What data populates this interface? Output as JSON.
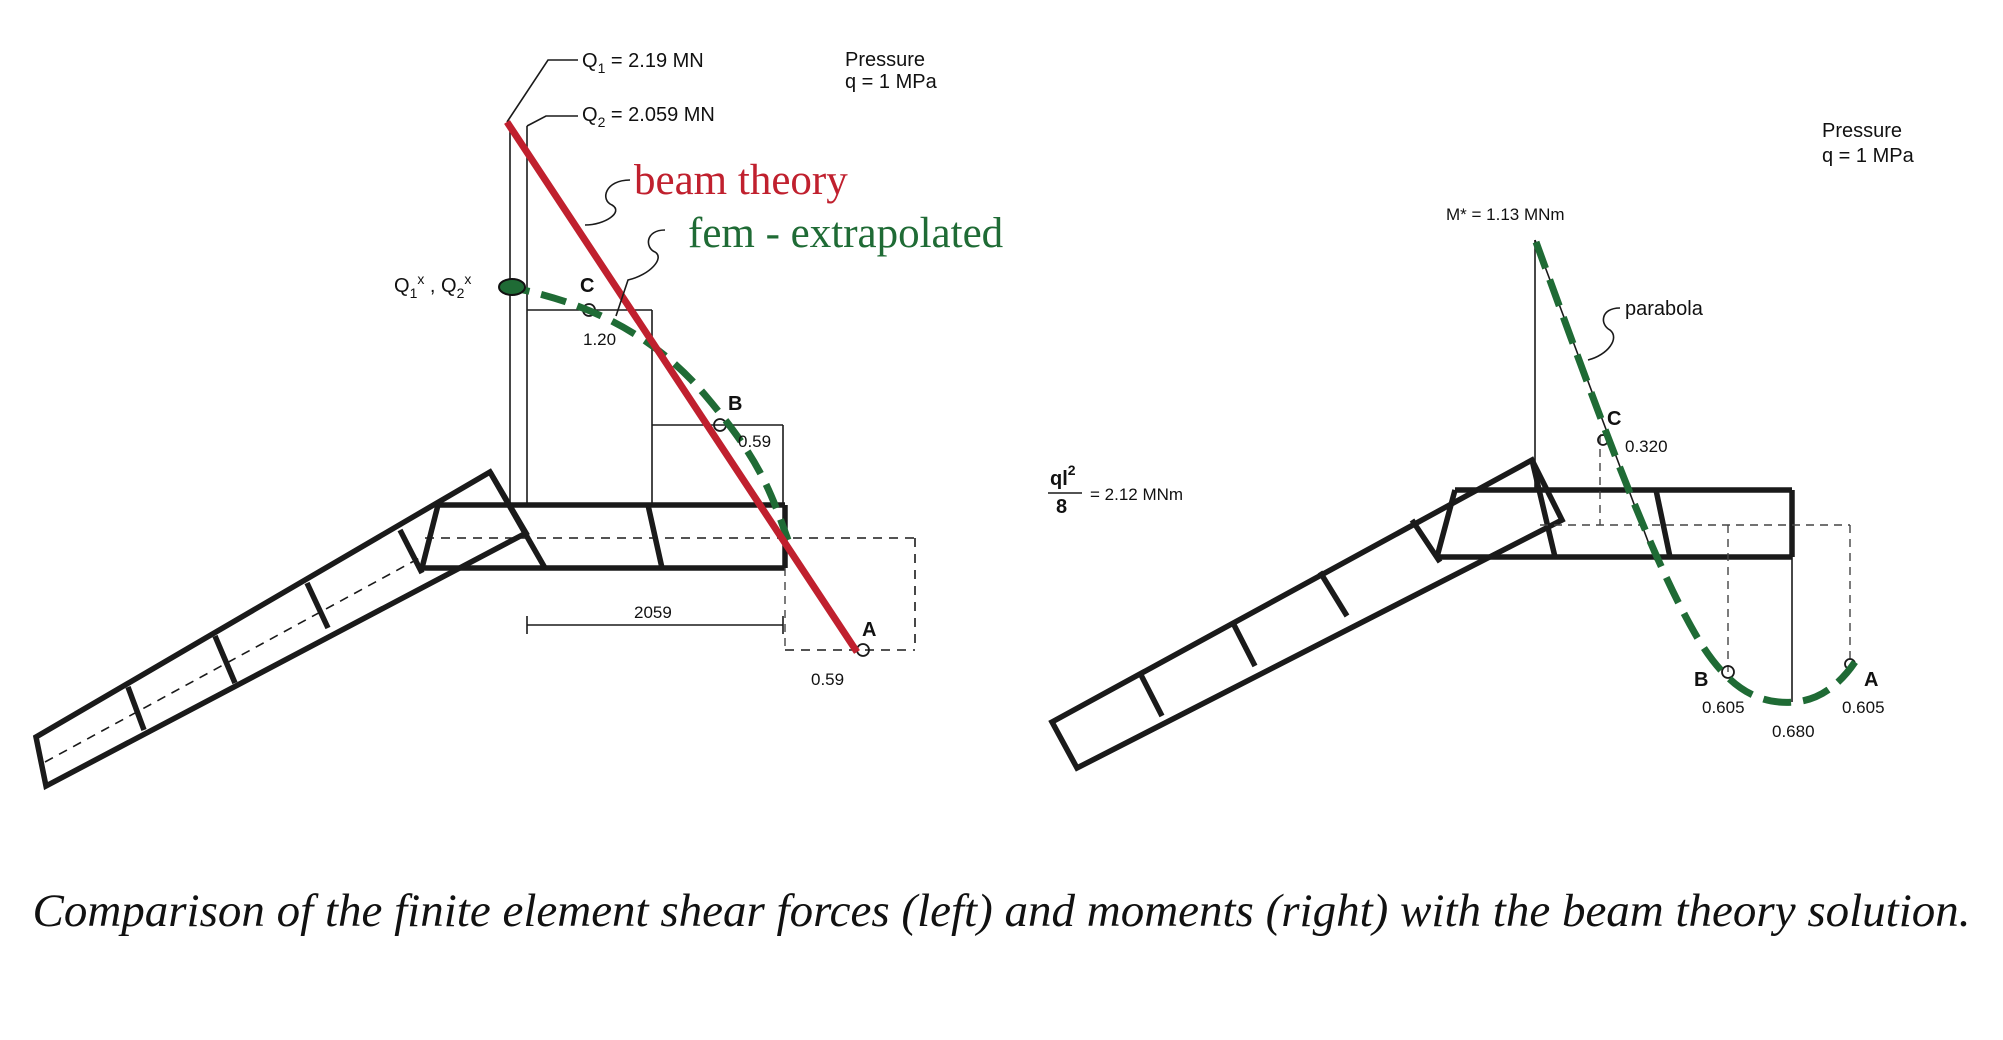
{
  "shear": {
    "q1_label": "Q",
    "q1_sub": "1",
    "q1_value": " = 2.19 MN",
    "q2_label": "Q",
    "q2_sub": "2",
    "q2_value": " = 2.059 MN",
    "pressure_title": "Pressure",
    "pressure_value": "q = 1 MPa",
    "beam_theory": "beam theory",
    "fem_extrapolated": "fem - extrapolated",
    "qx_label": "Q",
    "qx_sub1": "1",
    "qx_sup": "x",
    "qx_sep": " , Q",
    "qx_sub2": "2",
    "node_c": "C",
    "value_c": "1.20",
    "node_b": "B",
    "value_b": "0.59",
    "dimension": "2059",
    "node_a": "A",
    "value_a": "0.59"
  },
  "moment": {
    "pressure_title": "Pressure",
    "pressure_value": "q = 1 MPa",
    "m_label": "M* = 1.13 MNm",
    "parabola": "parabola",
    "node_c": "C",
    "value_c": "0.320",
    "ql_num": "ql",
    "ql_sup": "2",
    "ql_den": "8",
    "ql_value": "= 2.12 MNm",
    "node_b": "B",
    "value_b": "0.605",
    "value_min": "0.680",
    "node_a": "A",
    "value_a": "0.605"
  },
  "colors": {
    "beam_theory": "#c0202e",
    "fem": "#1f6b35"
  },
  "caption": "Comparison of the finite element shear forces (left) and moments (right) with the beam theory solution."
}
